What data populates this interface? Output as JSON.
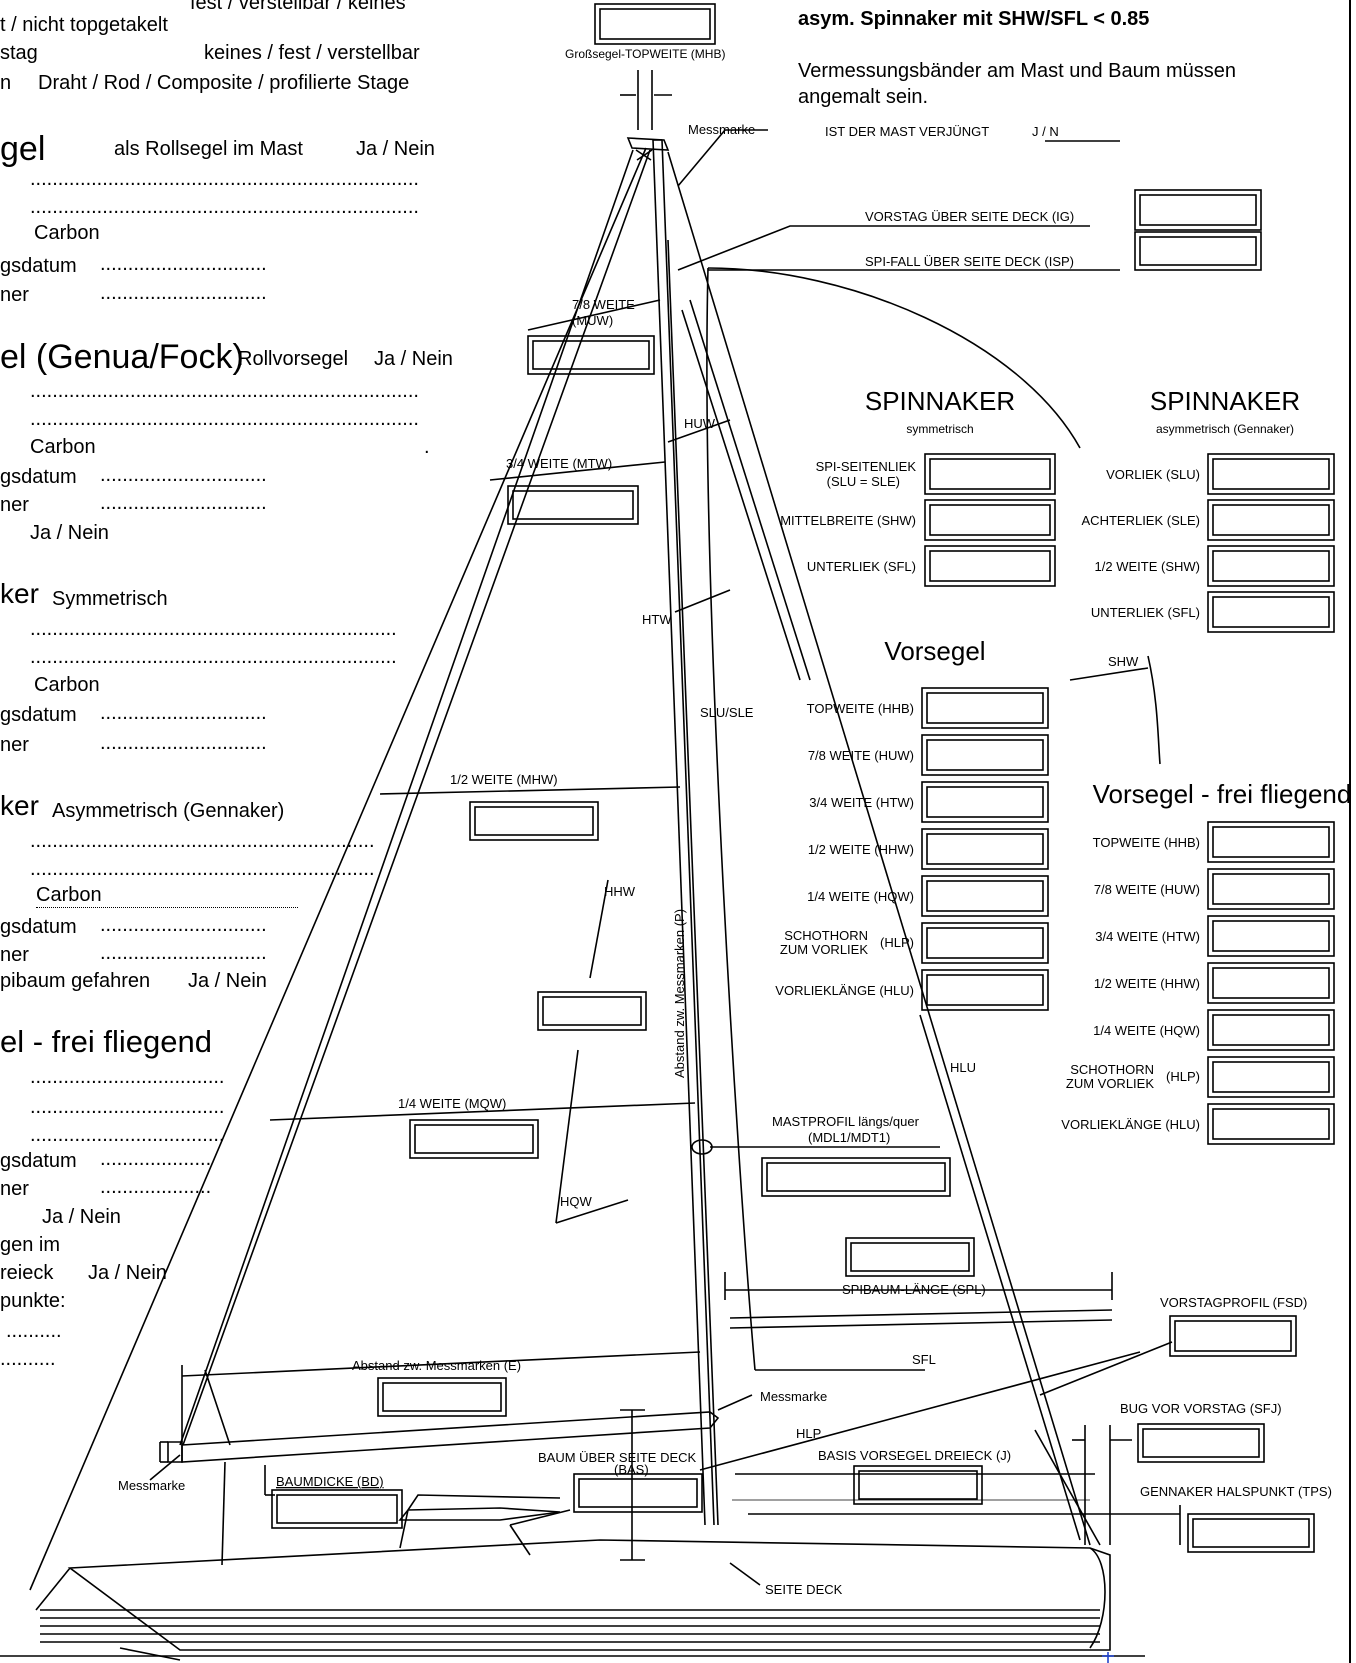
{
  "left_form": {
    "line1": "fest / verstellbar / keines",
    "line2": "t / nicht topgetakelt",
    "line3a": "stag",
    "line3b": "keines / fest / verstellbar",
    "line4a": "n",
    "line4b": "Draht / Rod / Composite / profilierte Stage",
    "mainsail": {
      "title": "gel",
      "roller_label": "als Rollsegel im Mast",
      "roller_opt": "Ja / Nein",
      "dots1": "......................................................................",
      "dots2": "......................................................................",
      "carbon": "Carbon",
      "date": "gsdatum",
      "date_dots": "..............................",
      "maker": "ner",
      "maker_dots": ".............................."
    },
    "headsail": {
      "title": "el (Genua/Fock)",
      "roller_label": "Rollvorsegel",
      "roller_opt": "Ja / Nein",
      "dots1": "......................................................................",
      "dots2": "......................................................................",
      "carbon": "Carbon",
      "period": ".",
      "date": "gsdatum",
      "date_dots": "..............................",
      "maker": "ner",
      "maker_dots": "..............................",
      "janein": "Ja / Nein"
    },
    "spi_sym": {
      "title": "ker",
      "subtitle": "Symmetrisch",
      "dots1": "..................................................................",
      "dots2": "..................................................................",
      "carbon": "Carbon",
      "date": "gsdatum",
      "date_dots": "..............................",
      "maker": "ner",
      "maker_dots": ".............................."
    },
    "spi_asym": {
      "title": "ker",
      "subtitle": "Asymmetrisch (Gennaker)",
      "dots1": "..............................................................",
      "dots2": "..............................................................",
      "carbon": "Carbon",
      "date": "gsdatum",
      "date_dots": "..............................",
      "maker": "ner",
      "maker_dots": "..............................",
      "spibaum": "pibaum gefahren",
      "spibaum_opt": "Ja / Nein"
    },
    "freeflying": {
      "title": "el - frei fliegend",
      "dots1": "...................................",
      "dots2": "...................................",
      "dots3": "...................................",
      "date": "gsdatum",
      "date_dots": "....................",
      "maker": "ner",
      "maker_dots": "....................",
      "janein": "Ja / Nein",
      "gen_im": "gen im",
      "dreieck": "reieck",
      "dreieck_opt": "Ja / Nein",
      "punkte": "punkte:",
      "pdots1": "..........",
      "pdots2": ".........."
    }
  },
  "right_notes": {
    "bold_line": "asym. Spinnaker mit SHW/SFL < 0.85",
    "note1": "Vermessungsbänder am Mast und Baum müssen",
    "note2": "angemalt sein."
  },
  "diagram_labels": {
    "mhb": "Großsegel-TOPWEITE (MHB)",
    "messmarke_top": "Messmarke",
    "mast_verjuengt": "IST DER MAST VERJÜNGT",
    "jn": "J / N",
    "vorstag_ig": "VORSTAG ÜBER SEITE DECK (IG)",
    "spifall_isp": "SPI-FALL ÜBER SEITE DECK (ISP)",
    "muw1": "7/8 WEITE",
    "muw2": "(MUW)",
    "huw": "HUW",
    "mtw": "3/4 WEITE (MTW)",
    "htw": "HTW",
    "slu_sle": "SLU/SLE",
    "mhw": "1/2 WEITE (MHW)",
    "hhw": "HHW",
    "p_label": "Abstand zw. Messmarken (P)",
    "mqw": "1/4 WEITE (MQW)",
    "hqw": "HQW",
    "mastprofil1": "MASTPROFIL längs/quer",
    "mastprofil2": "(MDL1/MDT1)",
    "spl": "SPIBAUM-LÄNGE (SPL)",
    "sfl": "SFL",
    "e_label": "Abstand zw. Messmarken (E)",
    "messmarke_boom": "Messmarke",
    "messmarke_clew": "Messmarke",
    "hlp": "HLP",
    "bas1": "BAUM ÜBER SEITE DECK",
    "bas2": "(BAS)",
    "bd": "BAUMDICKE (BD)",
    "basis_j": "BASIS VORSEGEL DREIECK (J)",
    "fsd": "VORSTAGPROFIL (FSD)",
    "sfj": "BUG VOR VORSTAG (SFJ)",
    "tps": "GENNAKER HALSPUNKT (TPS)",
    "seite_deck": "SEITE DECK",
    "hlu": "HLU",
    "shw_curve": "SHW"
  },
  "spinnaker_sym": {
    "title": "SPINNAKER",
    "subtitle": "symmetrisch",
    "rows": [
      {
        "label1": "SPI-SEITENLIEK",
        "label2": "(SLU = SLE)"
      },
      {
        "label1": "MITTELBREITE (SHW)",
        "label2": ""
      },
      {
        "label1": "UNTERLIEK (SFL)",
        "label2": ""
      }
    ]
  },
  "spinnaker_asym": {
    "title": "SPINNAKER",
    "subtitle": "asymmetrisch (Gennaker)",
    "rows": [
      {
        "label": "VORLIEK  (SLU)"
      },
      {
        "label": "ACHTERLIEK (SLE)"
      },
      {
        "label": "1/2 WEITE (SHW)"
      },
      {
        "label": "UNTERLIEK (SFL)"
      }
    ]
  },
  "vorsegel": {
    "title": "Vorsegel",
    "rows": [
      {
        "label1": "TOPWEITE (HHB)",
        "label2": "",
        "tag": ""
      },
      {
        "label1": "7/8 WEITE (HUW)",
        "label2": "",
        "tag": ""
      },
      {
        "label1": "3/4 WEITE (HTW)",
        "label2": "",
        "tag": ""
      },
      {
        "label1": "1/2 WEITE (HHW)",
        "label2": "",
        "tag": ""
      },
      {
        "label1": "1/4 WEITE (HQW)",
        "label2": "",
        "tag": ""
      },
      {
        "label1": "SCHOTHORN",
        "label2": "ZUM VORLIEK",
        "tag": "(HLP)"
      },
      {
        "label1": "VORLIEKLÄNGE (HLU)",
        "label2": "",
        "tag": ""
      }
    ]
  },
  "vorsegel_free": {
    "title": "Vorsegel - frei fliegend",
    "rows": [
      {
        "label1": "TOPWEITE (HHB)",
        "label2": "",
        "tag": ""
      },
      {
        "label1": "7/8 WEITE (HUW)",
        "label2": "",
        "tag": ""
      },
      {
        "label1": "3/4 WEITE (HTW)",
        "label2": "",
        "tag": ""
      },
      {
        "label1": "1/2 WEITE (HHW)",
        "label2": "",
        "tag": ""
      },
      {
        "label1": "1/4 WEITE (HQW)",
        "label2": "",
        "tag": ""
      },
      {
        "label1": "SCHOTHORN",
        "label2": "ZUM VORLIEK",
        "tag": "(HLP)"
      },
      {
        "label1": "VORLIEKLÄNGE (HLU)",
        "label2": "",
        "tag": ""
      }
    ]
  }
}
